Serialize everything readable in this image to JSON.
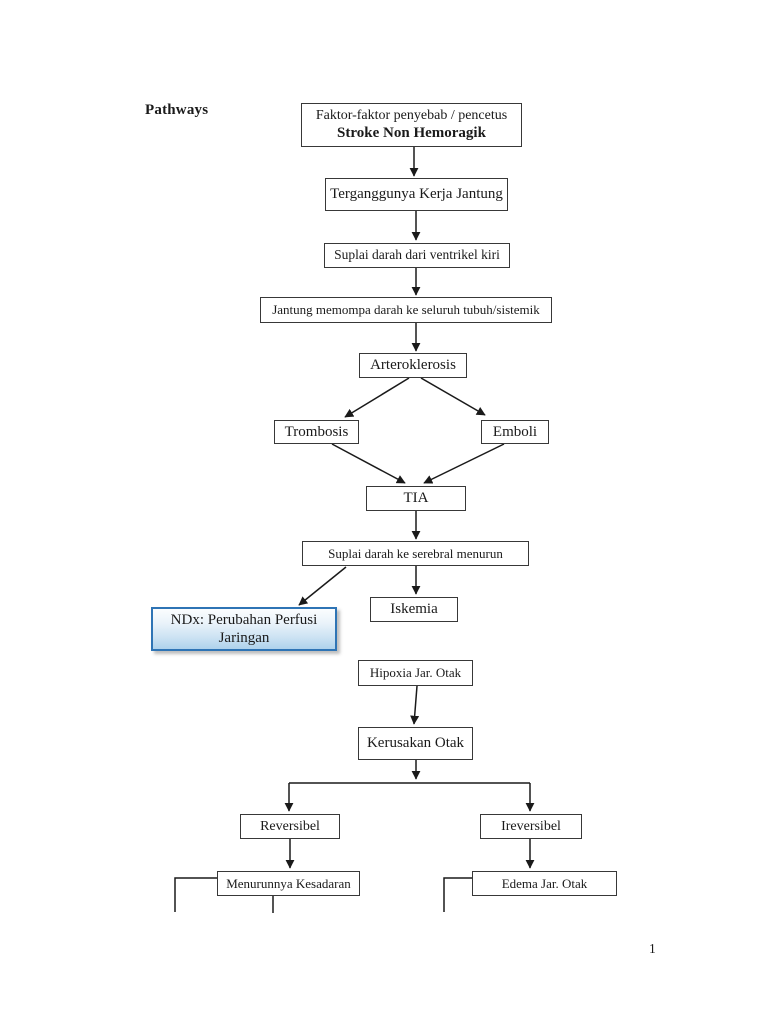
{
  "page": {
    "label": "Pathways",
    "page_number": "1"
  },
  "flowchart": {
    "nodes": [
      {
        "name": "faktor-pencetus",
        "line1": "Faktor-faktor penyebab / pencetus",
        "line2": "Stroke Non Hemoragik"
      },
      {
        "name": "terganggunya-kerja-jantung",
        "label": "Terganggunya Kerja Jantung"
      },
      {
        "name": "suplai-darah-ventrikel-kiri",
        "label": "Suplai darah dari ventrikel kiri"
      },
      {
        "name": "jantung-memompa",
        "label": "Jantung memompa darah ke seluruh tubuh/sistemik"
      },
      {
        "name": "arteroklerosis",
        "label": "Arteroklerosis"
      },
      {
        "name": "trombosis",
        "label": "Trombosis"
      },
      {
        "name": "emboli",
        "label": "Emboli"
      },
      {
        "name": "tia",
        "label": "TIA"
      },
      {
        "name": "suplai-darah-serebral-menurun",
        "label": "Suplai darah ke serebral menurun"
      },
      {
        "name": "iskemia",
        "label": "Iskemia"
      },
      {
        "name": "ndx-perubahan-perfusi",
        "line1": "NDx: Perubahan Perfusi",
        "line2": "Jaringan"
      },
      {
        "name": "hipoxia-jar-otak",
        "label": "Hipoxia Jar. Otak"
      },
      {
        "name": "kerusakan-otak",
        "label": "Kerusakan Otak"
      },
      {
        "name": "reversibel",
        "label": "Reversibel"
      },
      {
        "name": "ireversibel",
        "label": "Ireversibel"
      },
      {
        "name": "menurunnya-kesadaran",
        "label": "Menurunnya Kesadaran"
      },
      {
        "name": "edema-jar-otak",
        "label": "Edema Jar. Otak"
      }
    ]
  },
  "colors": {
    "highlight_border": "#2e74b5",
    "highlight_fill": "#bdd7ee",
    "line_color": "#1a1a1a",
    "background": "#ffffff"
  }
}
